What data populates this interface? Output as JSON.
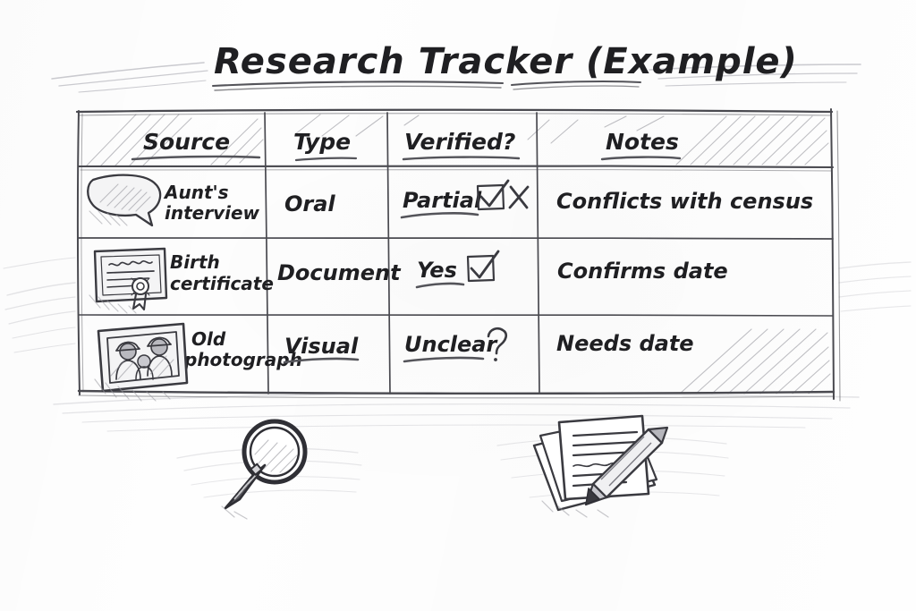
{
  "document": {
    "title": "Research Tracker (Example)",
    "style": "hand-drawn pencil sketch on white paper"
  },
  "table": {
    "headers": [
      "Source",
      "Type",
      "Verified?",
      "Notes"
    ],
    "rows": [
      {
        "icon": "speech-bubble-icon",
        "source_line1": "Aunt's",
        "source_line2": "interview",
        "type": "Oral",
        "verified_label": "Partial",
        "verified_marks": [
          "checkbox-checked-icon",
          "x-mark-icon"
        ],
        "notes": "Conflicts with census"
      },
      {
        "icon": "certificate-icon",
        "source_line1": "Birth",
        "source_line2": "certificate",
        "type": "Document",
        "verified_label": "Yes",
        "verified_marks": [
          "checkbox-checked-icon"
        ],
        "notes": "Confirms date"
      },
      {
        "icon": "framed-photo-icon",
        "source_line1": "Old",
        "source_line2": "photograph",
        "type": "Visual",
        "verified_label": "Unclear",
        "verified_marks": [
          "question-mark-icon"
        ],
        "notes": "Needs date"
      }
    ]
  },
  "decorations": [
    {
      "name": "magnifying-glass-doodle"
    },
    {
      "name": "papers-and-pencil-doodle"
    }
  ],
  "colors": {
    "paper": "#fefefe",
    "ink": "#1f1f22",
    "pencil": "#4a4a50",
    "hatch": "#8d8d95"
  }
}
